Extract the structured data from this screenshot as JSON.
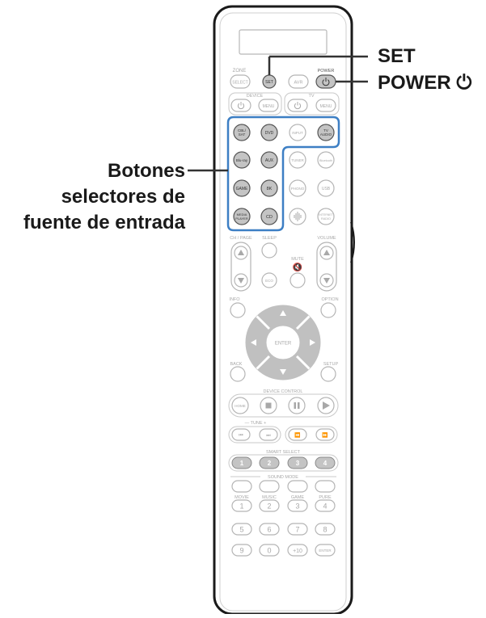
{
  "callouts": {
    "set": "SET",
    "power": "POWER",
    "power_symbol": "⏻",
    "selectors_line1": "Botones",
    "selectors_line2": "selectores de",
    "selectors_line3": "fuente de entrada"
  },
  "remote": {
    "labels": {
      "zone": "ZONE",
      "zone_select": "SELECT",
      "set": "SET",
      "power": "POWER",
      "avr": "AVR",
      "device": "DEVICE",
      "tv": "TV",
      "menu": "MENU",
      "input": "INPUT",
      "cbl_sat_1": "CBL/",
      "cbl_sat_2": "SAT",
      "dvd": "DVD",
      "tv_audio_1": "TV",
      "tv_audio_2": "AUDIO",
      "bluray": "Blu-ray",
      "aux": "AUX",
      "tuner": "TUNER",
      "bluetooth": "Bluetooth",
      "game": "GAME",
      "eight_k": "8K",
      "phono": "PHONO",
      "usb": "USB",
      "media_player_1": "MEDIA",
      "media_player_2": "PLAYER",
      "cd": "CD",
      "heos": "HEOS",
      "internet_radio_1": "INTERNET",
      "internet_radio_2": "RADIO",
      "ch_page": "CH / PAGE",
      "sleep": "SLEEP",
      "volume": "VOLUME",
      "mute": "MUTE",
      "eco": "ECO",
      "info": "INFO",
      "option": "OPTION",
      "enter": "ENTER",
      "back": "BACK",
      "setup": "SETUP",
      "device_control": "DEVICE CONTROL",
      "home": "HOME",
      "tune": "—  TUNE  +",
      "smart_select": "SMART SELECT",
      "sound_mode": "SOUND MODE",
      "movie": "MOVIE",
      "music": "MUSIC",
      "game_mode": "GAME",
      "pure": "PURE",
      "n1": "1",
      "n2": "2",
      "n3": "3",
      "n4": "4",
      "n5": "5",
      "n6": "6",
      "n7": "7",
      "n8": "8",
      "n9": "9",
      "n0": "0",
      "plus10": "+10",
      "enter_small": "ENTER",
      "s1": "1",
      "s2": "2",
      "s3": "3",
      "s4": "4"
    }
  },
  "colors": {
    "highlight": "#3d7fc4",
    "button_gray": "#c4c4c4",
    "button_outline": "#b5b5b5",
    "label_gray": "#a8a8a8",
    "dpad_gray": "#c0c0c0"
  }
}
